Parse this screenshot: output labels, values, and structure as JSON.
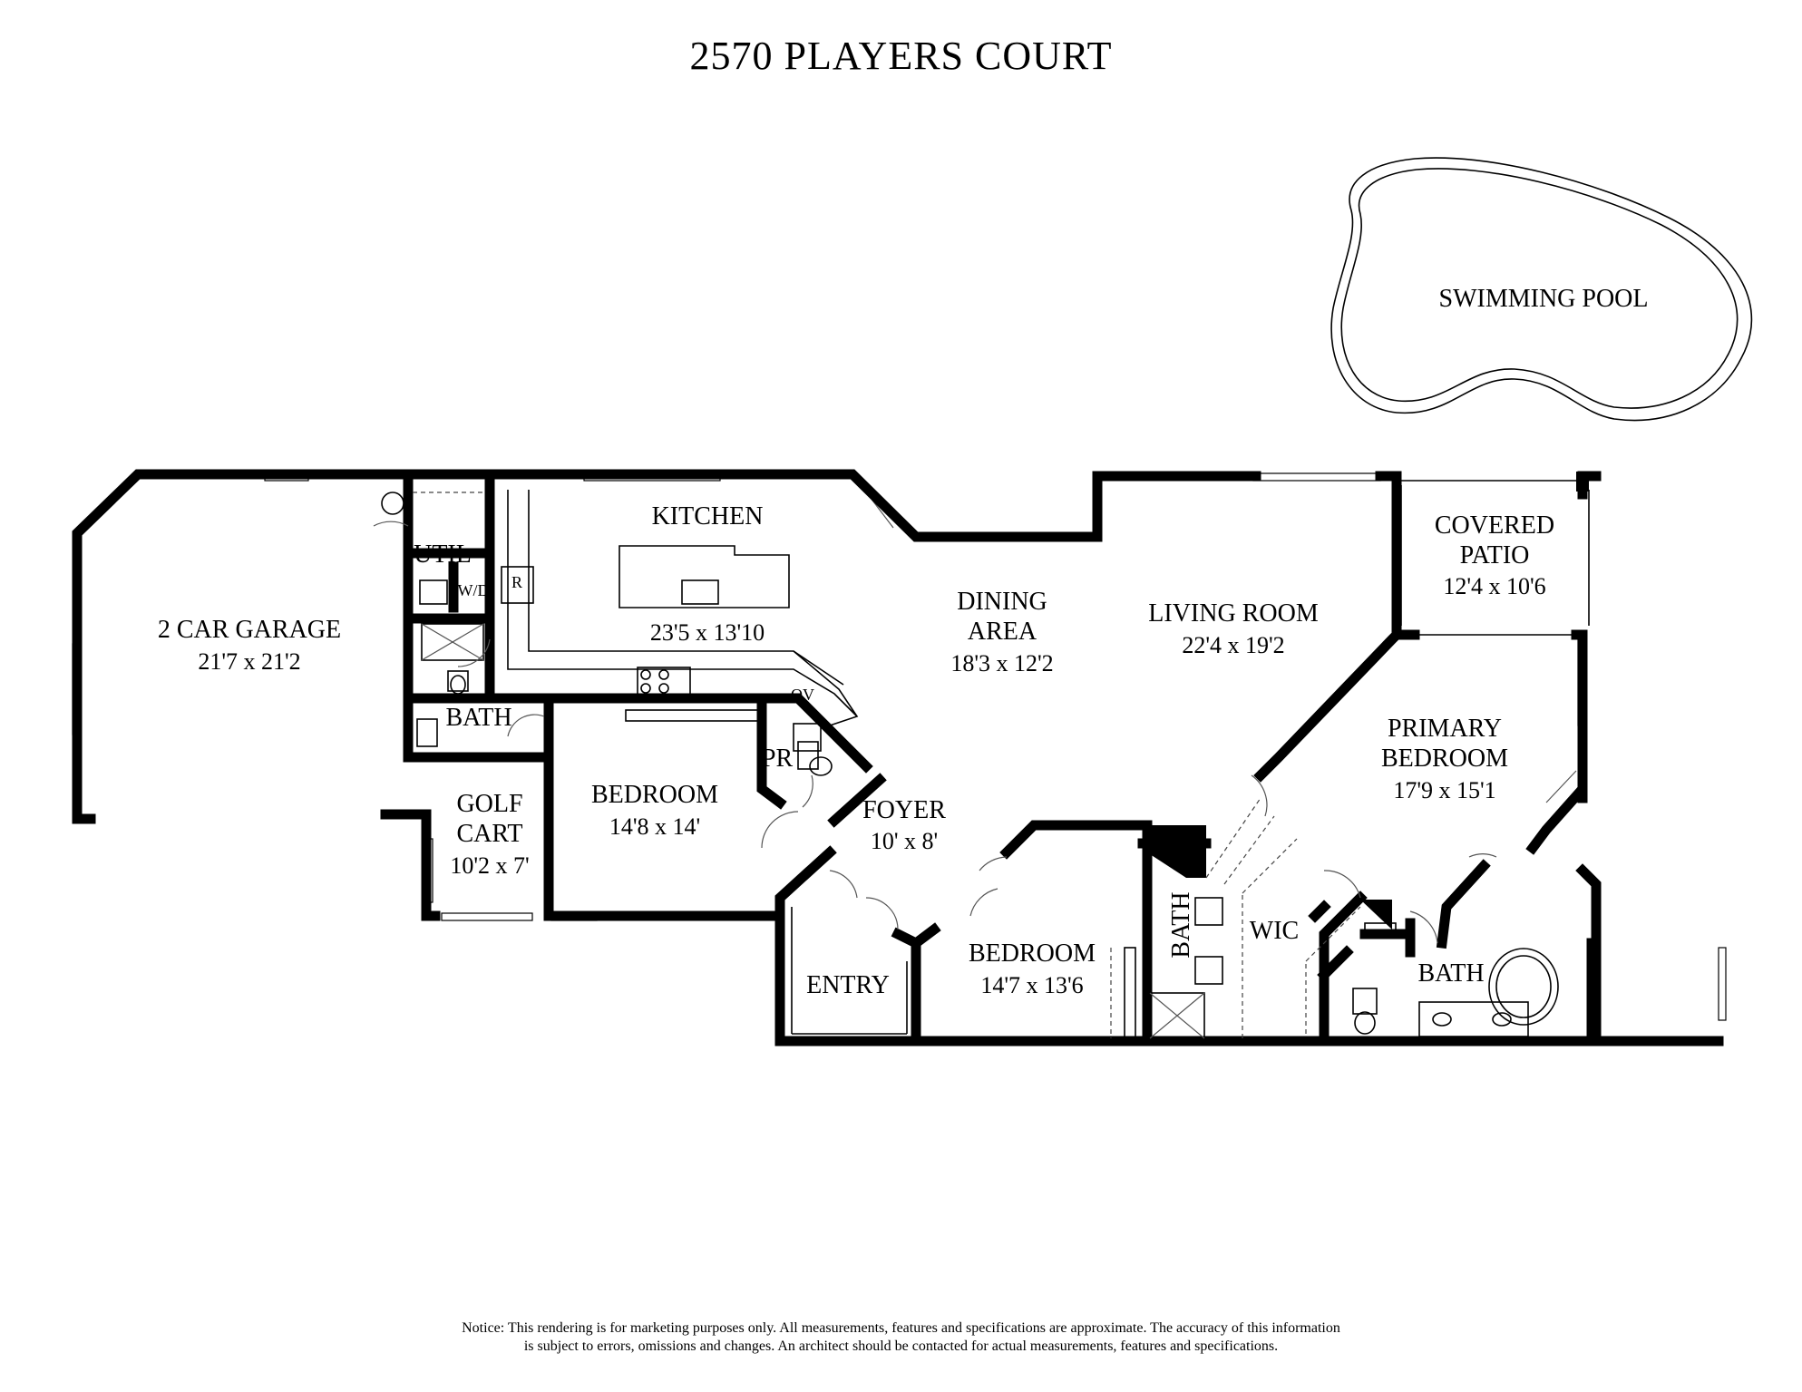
{
  "title": "2570 PLAYERS COURT",
  "notice": [
    "Notice: This rendering is for marketing purposes only. All measurements, features and specifications are approximate. The accuracy of this information",
    "is subject to errors, omissions and changes. An architect should be contacted for actual measurements, features and specifications."
  ],
  "rooms": {
    "garage": {
      "name": "2 CAR GARAGE",
      "dim": "21'7 x 21'2"
    },
    "util": {
      "name": "UTIL"
    },
    "wd": {
      "name": "W/D"
    },
    "fridge": {
      "name": "R"
    },
    "bath1": {
      "name": "BATH"
    },
    "golf": {
      "name1": "GOLF",
      "name2": "CART",
      "dim": "10'2 x 7'"
    },
    "kitchen": {
      "name": "KITCHEN",
      "dim": "23'5 x 13'10"
    },
    "oven": {
      "name": "OV"
    },
    "powder": {
      "name": "PR"
    },
    "bedroom1": {
      "name": "BEDROOM",
      "dim": "14'8 x 14'"
    },
    "dining": {
      "name1": "DINING",
      "name2": "AREA",
      "dim": "18'3 x 12'2"
    },
    "foyer": {
      "name": "FOYER",
      "dim": "10' x 8'"
    },
    "entry": {
      "name": "ENTRY"
    },
    "bedroom2": {
      "name": "BEDROOM",
      "dim": "14'7 x 13'6"
    },
    "bath2": {
      "name": "BATH"
    },
    "living": {
      "name": "LIVING ROOM",
      "dim": "22'4 x 19'2"
    },
    "patio": {
      "name1": "COVERED",
      "name2": "PATIO",
      "dim": "12'4 x 10'6"
    },
    "primary": {
      "name1": "PRIMARY",
      "name2": "BEDROOM",
      "dim": "17'9 x 15'1"
    },
    "wic": {
      "name": "WIC"
    },
    "bath3": {
      "name": "BATH"
    },
    "pool": {
      "name": "SWIMMING POOL"
    }
  }
}
